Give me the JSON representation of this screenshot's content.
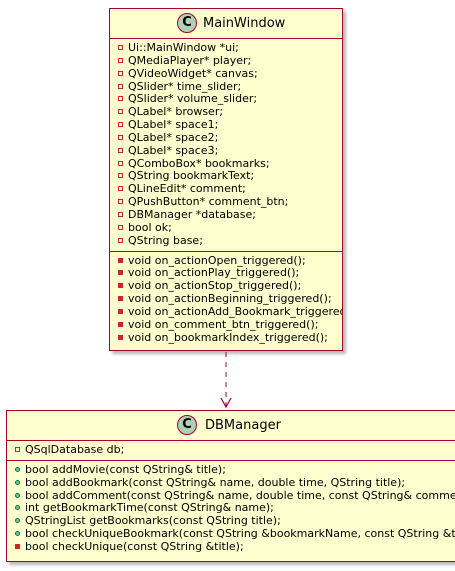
{
  "colors": {
    "class_fill": "#FEFECE",
    "border": "#A80036",
    "badge": "#ADD1B2",
    "private": "#C82930",
    "public": "#84BE84"
  },
  "classes": [
    {
      "name": "MainWindow",
      "badge": "C",
      "attributes": [
        {
          "visibility": "private",
          "text": "Ui::MainWindow *ui;"
        },
        {
          "visibility": "private",
          "text": "QMediaPlayer* player;"
        },
        {
          "visibility": "private",
          "text": "QVideoWidget* canvas;"
        },
        {
          "visibility": "private",
          "text": "QSlider* time_slider;"
        },
        {
          "visibility": "private",
          "text": "QSlider* volume_slider;"
        },
        {
          "visibility": "private",
          "text": "QLabel* browser;"
        },
        {
          "visibility": "private",
          "text": "QLabel* space1;"
        },
        {
          "visibility": "private",
          "text": "QLabel* space2;"
        },
        {
          "visibility": "private",
          "text": "QLabel* space3;"
        },
        {
          "visibility": "private",
          "text": "QComboBox* bookmarks;"
        },
        {
          "visibility": "private",
          "text": "QString bookmarkText;"
        },
        {
          "visibility": "private",
          "text": "QLineEdit* comment;"
        },
        {
          "visibility": "private",
          "text": "QPushButton* comment_btn;"
        },
        {
          "visibility": "private",
          "text": "DBManager *database;"
        },
        {
          "visibility": "private",
          "text": "bool ok;"
        },
        {
          "visibility": "private",
          "text": "QString base;"
        }
      ],
      "methods": [
        {
          "visibility": "private",
          "text": "void on_actionOpen_triggered();"
        },
        {
          "visibility": "private",
          "text": "void on_actionPlay_triggered();"
        },
        {
          "visibility": "private",
          "text": "void on_actionStop_triggered();"
        },
        {
          "visibility": "private",
          "text": "void on_actionBeginning_triggered();"
        },
        {
          "visibility": "private",
          "text": "void on_actionAdd_Bookmark_triggered();"
        },
        {
          "visibility": "private",
          "text": "void on_comment_btn_triggered();"
        },
        {
          "visibility": "private",
          "text": "void on_bookmarkIndex_triggered();"
        }
      ]
    },
    {
      "name": "DBManager",
      "badge": "C",
      "attributes": [
        {
          "visibility": "private",
          "text": "QSqlDatabase db;"
        }
      ],
      "methods": [
        {
          "visibility": "public",
          "text": "bool addMovie(const QString& title);"
        },
        {
          "visibility": "public",
          "text": "bool addBookmark(const QString& name, double time, QString title);"
        },
        {
          "visibility": "public",
          "text": "bool addComment(const QString& name, double time, const QString& comment, QString title);"
        },
        {
          "visibility": "public",
          "text": "int getBookmarkTime(const QString& name);"
        },
        {
          "visibility": "public",
          "text": "QStringList getBookmarks(const QString title);"
        },
        {
          "visibility": "public",
          "text": "bool checkUniqueBookmark(const QString &bookmarkName, const QString &title);"
        },
        {
          "visibility": "private",
          "text": "bool checkUnique(const QString &title);"
        }
      ]
    }
  ],
  "relations": [
    {
      "from": "MainWindow",
      "to": "DBManager",
      "style": "dashed",
      "arrow": "open"
    }
  ]
}
